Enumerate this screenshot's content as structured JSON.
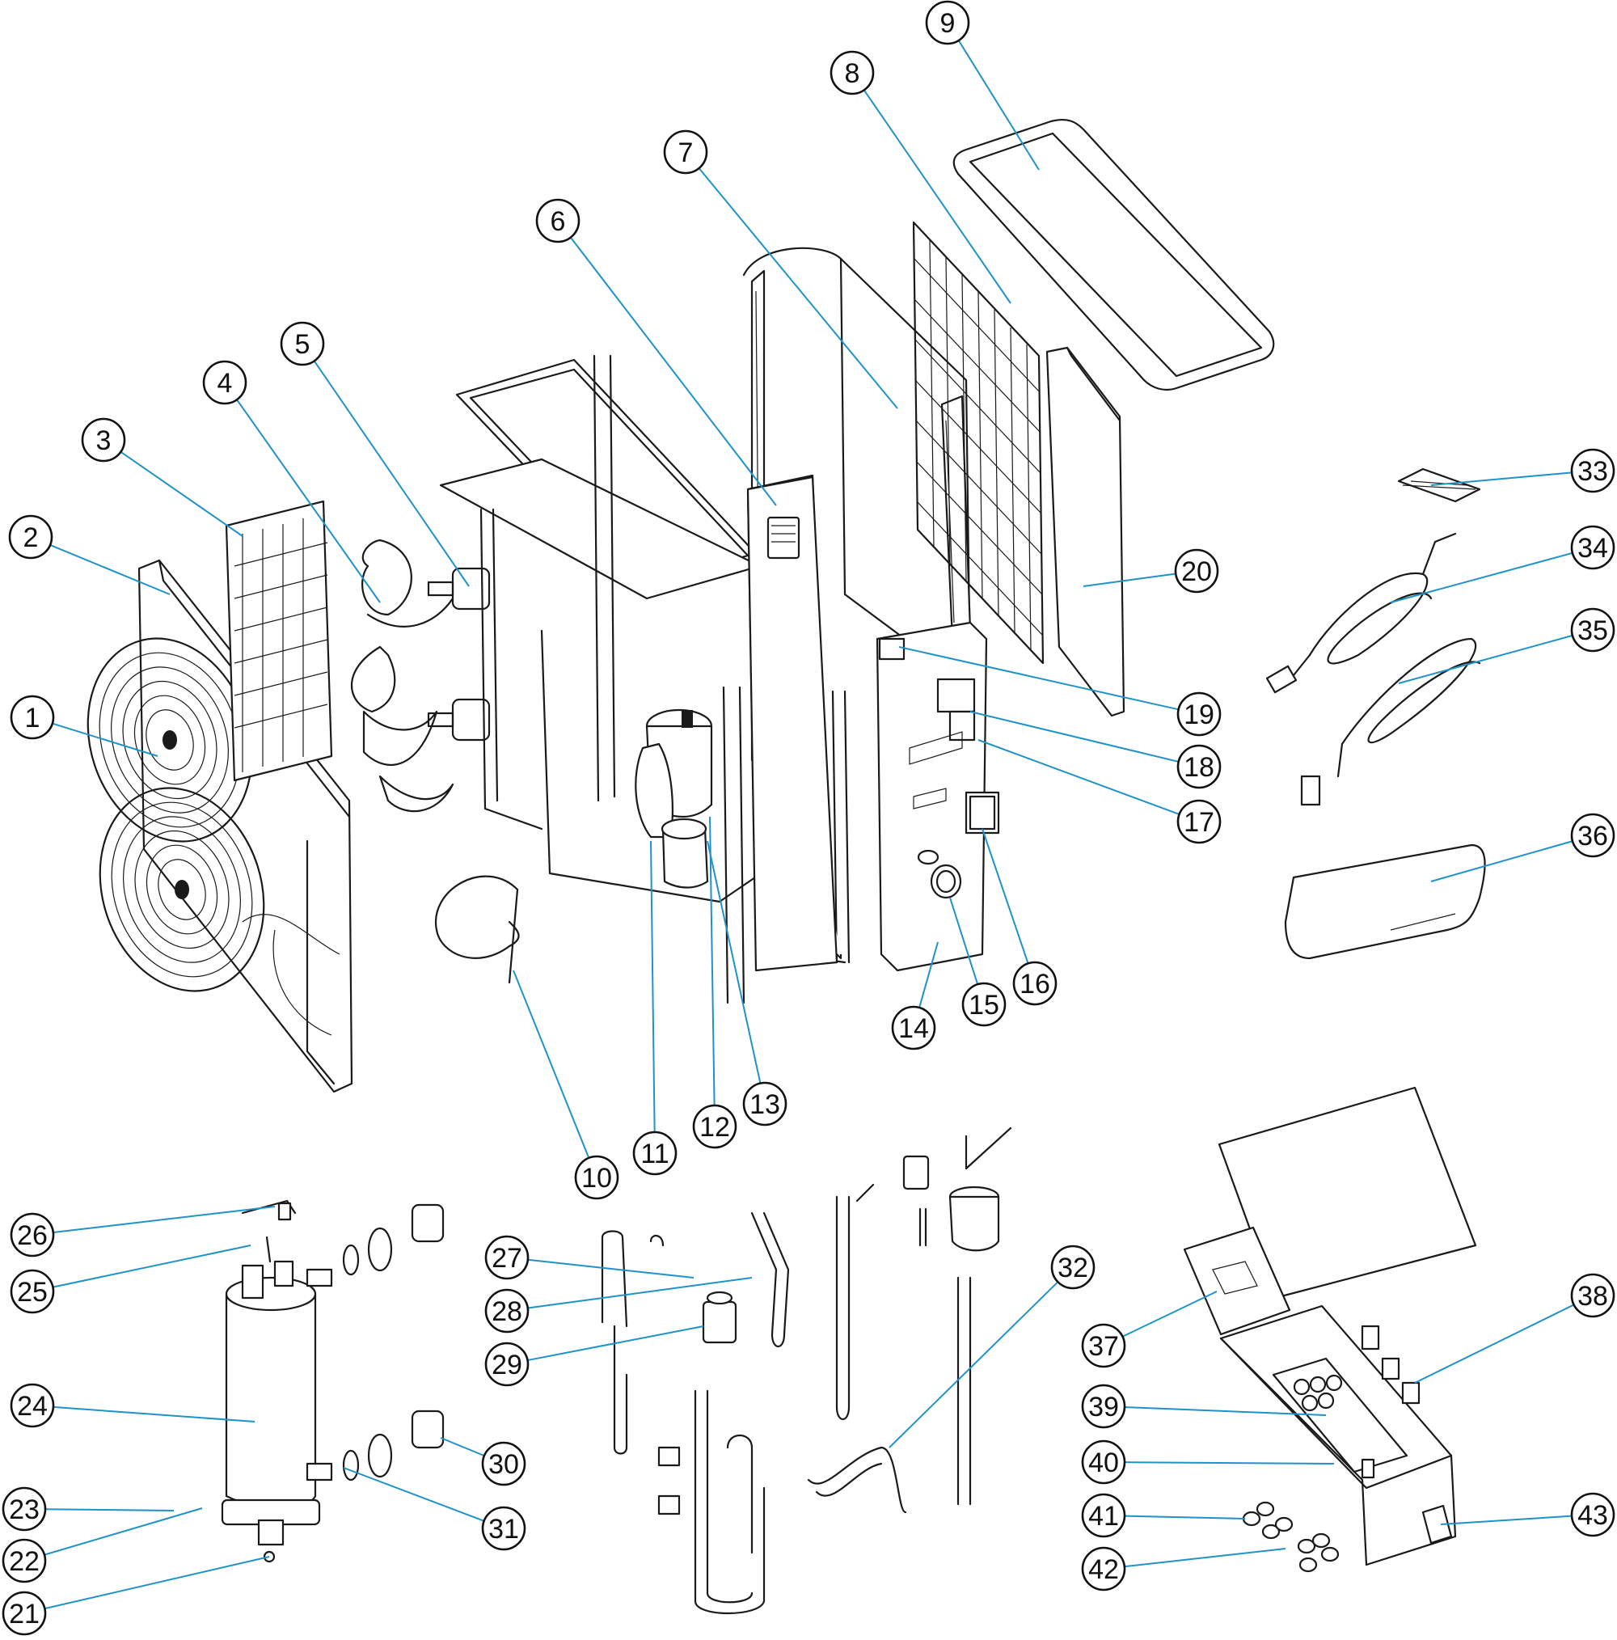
{
  "diagram": {
    "callouts": [
      "1",
      "2",
      "3",
      "4",
      "5",
      "6",
      "7",
      "8",
      "9",
      "10",
      "11",
      "12",
      "13",
      "14",
      "15",
      "16",
      "17",
      "18",
      "19",
      "20",
      "21",
      "22",
      "23",
      "24",
      "25",
      "26",
      "27",
      "28",
      "29",
      "30",
      "31",
      "32",
      "33",
      "34",
      "35",
      "36",
      "37",
      "38",
      "39",
      "40",
      "41",
      "42",
      "43"
    ],
    "leader_color": "#1f93c8",
    "line_color": "#1a1a1a"
  }
}
